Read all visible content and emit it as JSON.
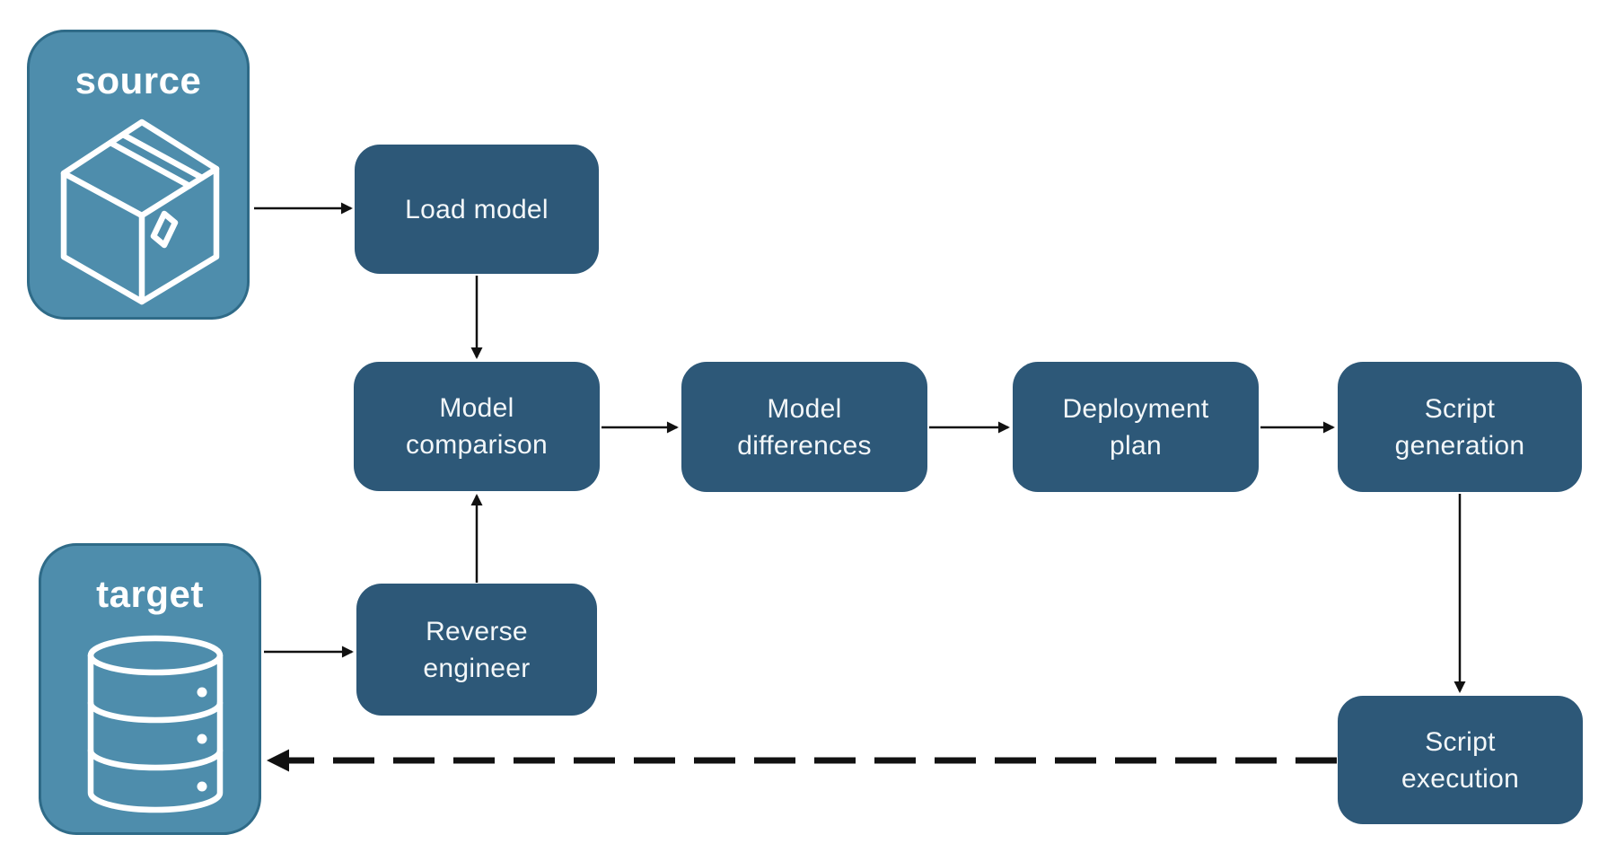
{
  "diagram": {
    "entities": {
      "source": {
        "label": "source",
        "icon": "package-icon"
      },
      "target": {
        "label": "target",
        "icon": "database-icon"
      }
    },
    "nodes": {
      "load_model": {
        "lines": [
          "Load model"
        ]
      },
      "model_comparison": {
        "lines": [
          "Model",
          "comparison"
        ]
      },
      "model_differences": {
        "lines": [
          "Model",
          "differences"
        ]
      },
      "deployment_plan": {
        "lines": [
          "Deployment",
          "plan"
        ]
      },
      "script_generation": {
        "lines": [
          "Script",
          "generation"
        ]
      },
      "reverse_engineer": {
        "lines": [
          "Reverse",
          "engineer"
        ]
      },
      "script_execution": {
        "lines": [
          "Script",
          "execution"
        ]
      }
    },
    "edges": [
      {
        "from": "source",
        "to": "load_model",
        "style": "solid"
      },
      {
        "from": "load_model",
        "to": "model_comparison",
        "style": "solid"
      },
      {
        "from": "model_comparison",
        "to": "model_differences",
        "style": "solid"
      },
      {
        "from": "model_differences",
        "to": "deployment_plan",
        "style": "solid"
      },
      {
        "from": "deployment_plan",
        "to": "script_generation",
        "style": "solid"
      },
      {
        "from": "script_generation",
        "to": "script_execution",
        "style": "solid"
      },
      {
        "from": "target",
        "to": "reverse_engineer",
        "style": "solid"
      },
      {
        "from": "reverse_engineer",
        "to": "model_comparison",
        "style": "solid"
      },
      {
        "from": "script_execution",
        "to": "target",
        "style": "dashed"
      }
    ],
    "colors": {
      "background": "#ffffff",
      "node_fill": "#2d5878",
      "node_text": "#f3f7f9",
      "entity_fill": "#4e8dac",
      "entity_border": "#2f6b88",
      "entity_text": "#ffffff",
      "arrow": "#111111"
    }
  }
}
